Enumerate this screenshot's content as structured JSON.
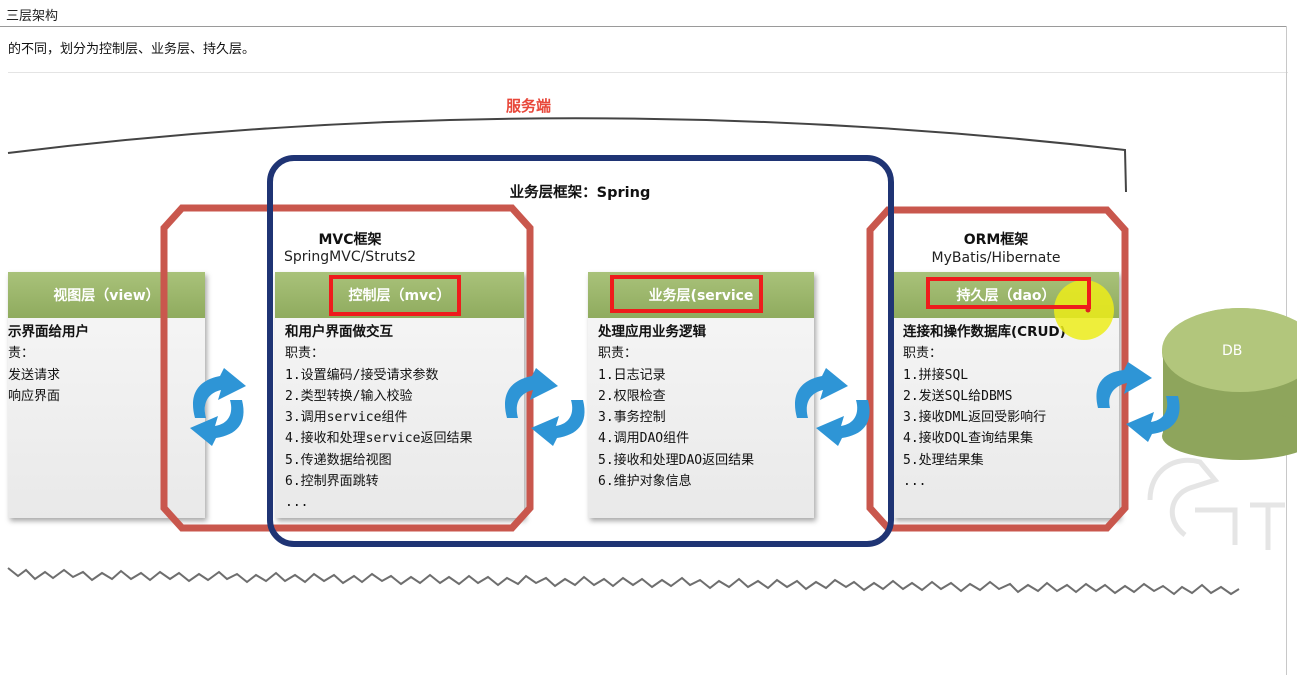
{
  "page": {
    "title": "三层架构",
    "intro": "的不同，划分为控制层、业务层、持久层。"
  },
  "diagram": {
    "server_label": "服务端",
    "spring_label": "业务层框架：Spring",
    "mvc_framework": {
      "title": "MVC框架",
      "subtitle": "SpringMVC/Struts2"
    },
    "orm_framework": {
      "title": "ORM框架",
      "subtitle": "MyBatis/Hibernate"
    },
    "db_label": "DB",
    "colors": {
      "layer_header": "#9bb56a",
      "outline_red": "#c9574d",
      "outline_navy": "#1f3474",
      "highlight_red": "#ee1c1c",
      "arrow_blue": "#2e95d6",
      "db_green": "#a3b96d",
      "server_label": "#e8473a"
    },
    "layers": [
      {
        "name": "视图层（view）",
        "heading": "示界面给用户",
        "lines": [
          "责：",
          "发送请求",
          "响应界面"
        ]
      },
      {
        "name": "控制层（mvc）",
        "heading": "和用户界面做交互",
        "lines": [
          "职责：",
          "1.设置编码/接受请求参数",
          "2.类型转换/输入校验",
          "3.调用service组件",
          "4.接收和处理service返回结果",
          "5.传递数据给视图",
          "6.控制界面跳转",
          "..."
        ]
      },
      {
        "name": "业务层(service",
        "heading": "处理应用业务逻辑",
        "lines": [
          "职责：",
          "1.日志记录",
          "2.权限检查",
          "3.事务控制",
          "4.调用DAO组件",
          "5.接收和处理DAO返回结果",
          "6.维护对象信息",
          "..."
        ]
      },
      {
        "name": "持久层（dao）",
        "heading": "连接和操作数据库(CRUD)",
        "lines": [
          "职责：",
          "1.拼接SQL",
          "2.发送SQL给DBMS",
          "3.接收DML返回受影响行",
          "4.接收DQL查询结果集",
          "5.处理结果集",
          "..."
        ]
      }
    ]
  }
}
